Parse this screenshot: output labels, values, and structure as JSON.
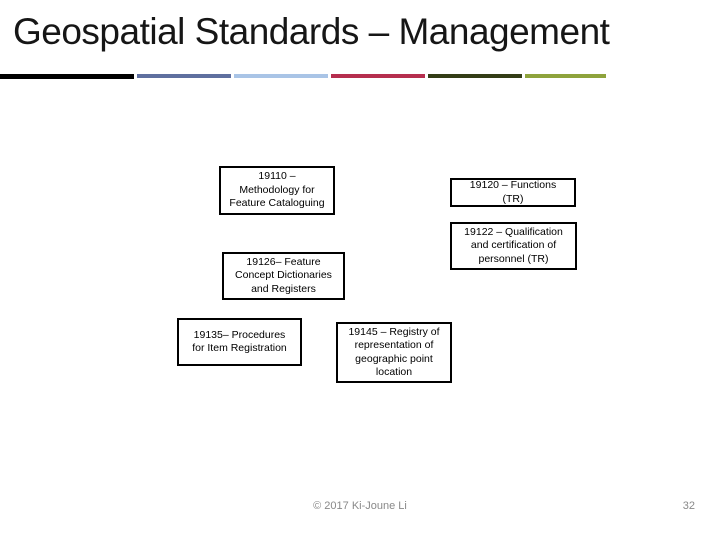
{
  "slide": {
    "title": "Geospatial Standards – Management",
    "divider_colors": [
      "#000000",
      "#5f6f9f",
      "#a9c4e6",
      "#b62e4e",
      "#333d16",
      "#8ea33c"
    ],
    "boxes": [
      {
        "id": "19110",
        "text": "19110 –\nMethodology for\nFeature Cataloguing"
      },
      {
        "id": "19120",
        "text": "19120 – Functions\n(TR)"
      },
      {
        "id": "19122",
        "text": "19122 – Qualification\nand certification of\npersonnel (TR)"
      },
      {
        "id": "19126",
        "text": "19126– Feature\nConcept Dictionaries\nand Registers"
      },
      {
        "id": "19135",
        "text": "19135– Procedures\nfor Item Registration"
      },
      {
        "id": "19145",
        "text": "19145 – Registry of\nrepresentation of\ngeographic point\nlocation"
      }
    ],
    "footer": {
      "copyright": "© 2017 Ki-Joune Li",
      "page_number": "32"
    }
  }
}
